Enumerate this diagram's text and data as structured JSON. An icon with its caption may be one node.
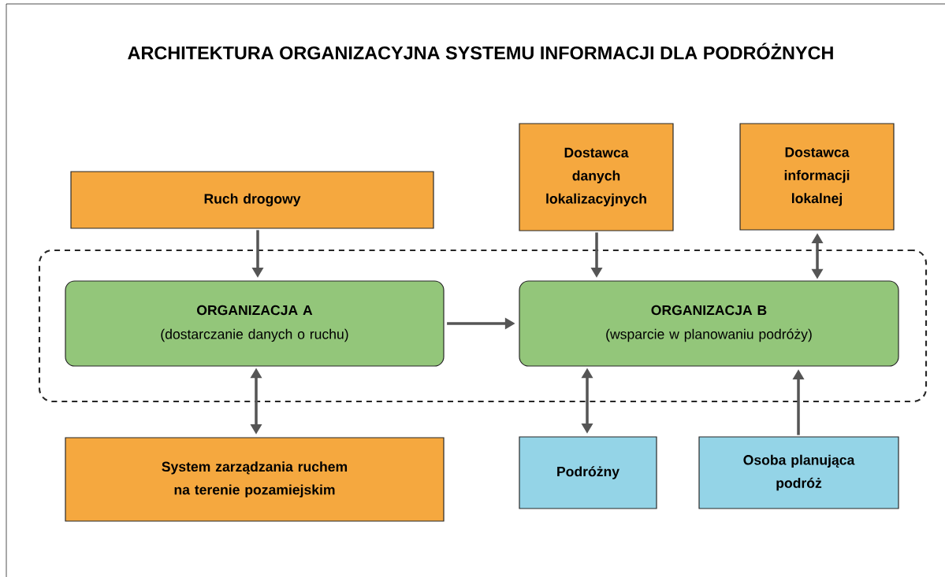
{
  "diagram": {
    "title": "ARCHITEKTURA ORGANIZACYJNA SYSTEMU INFORMACJI DLA PODRÓŻNYCH",
    "nodes": [
      {
        "text": [],
        "shape": "box"
      },
      {
        "text": [
          "Ruch drogowy"
        ]
      },
      {
        "text": [
          "Dostawca danych lokalizacyjnych"
        ]
      },
      {
        "text": [
          "Dostawca informacji lokalnej"
        ]
      },
      {
        "text": [
          "ORGANIZACJA A",
          "(dostarczanie danych o ruchu)"
        ],
        "in": 0
      },
      {
        "text": [
          "ORGANIZACJA B",
          "(wsparcie w planowaniu podróży)"
        ],
        "in": 0
      },
      {
        "text": [
          "System zarządzania ruchem na terenie pozamiejskim"
        ]
      },
      {
        "text": [
          "Podróżny"
        ]
      },
      {
        "text": [
          "Osoba planująca podróż"
        ]
      }
    ],
    "edges": [
      {
        "from": 1,
        "to": 4,
        "arrow": "to"
      },
      {
        "from": 2,
        "to": 5,
        "arrow": "to"
      },
      {
        "from": 5,
        "to": 3,
        "arrow": "both"
      },
      {
        "from": 4,
        "to": 5,
        "arrow": "to"
      },
      {
        "from": 4,
        "to": 6,
        "arrow": "both"
      },
      {
        "from": 5,
        "to": 7,
        "arrow": "both"
      },
      {
        "from": 8,
        "to": 5,
        "arrow": "to"
      }
    ]
  }
}
